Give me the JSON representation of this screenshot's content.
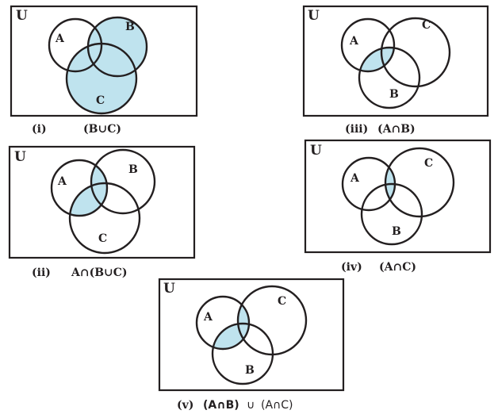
{
  "shade_color": "#bfe3ee",
  "line_color": "#231f20",
  "universe_label": "U",
  "diagrams": [
    {
      "id": "i",
      "numeral": "(i)",
      "expression": "(B∪C)",
      "sets": {
        "A": "A",
        "B": "B",
        "C": "C"
      }
    },
    {
      "id": "ii",
      "numeral": "(ii)",
      "expression": "A∩(B∪C)",
      "sets": {
        "A": "A",
        "B": "B",
        "C": "C"
      }
    },
    {
      "id": "iii",
      "numeral": "(iii)",
      "expression": "(A∩B)",
      "sets": {
        "A": "A",
        "B": "B",
        "C": "C"
      }
    },
    {
      "id": "iv",
      "numeral": "(iv)",
      "expression": "(A∩C)",
      "sets": {
        "A": "A",
        "B": "B",
        "C": "C"
      }
    },
    {
      "id": "v",
      "numeral": "(v)",
      "expression_bold": "(A∩B)",
      "expression_union": "∪",
      "expression_rest": "(A∩C)",
      "sets": {
        "A": "A",
        "B": "B",
        "C": "C"
      }
    }
  ]
}
